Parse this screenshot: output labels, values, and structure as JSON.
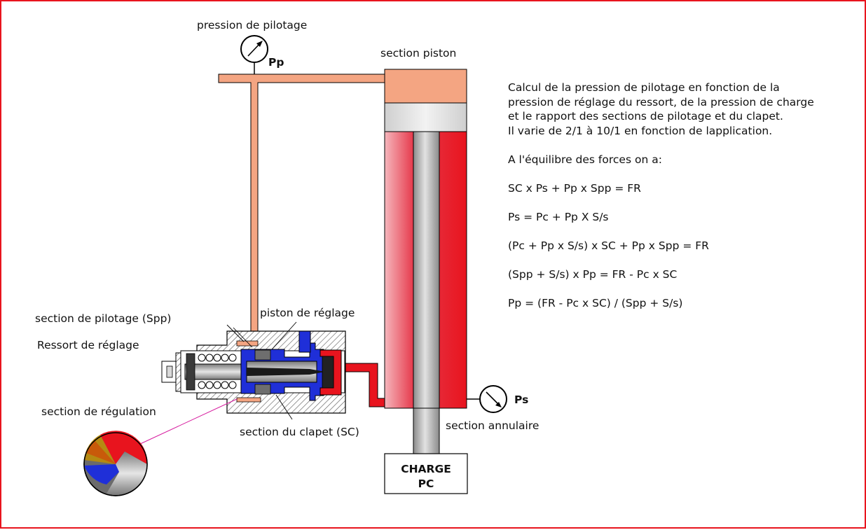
{
  "labels": {
    "pression_pilotage": "pression de pilotage",
    "pp": "Pp",
    "section_piston": "section piston",
    "section_pilotage": "section de pilotage (Spp)",
    "ressort_reglage": "Ressort de réglage",
    "piston_reglage": "piston de réglage",
    "section_regulation": "section de régulation",
    "section_clapet": "section du clapet (SC)",
    "section_annulaire": "section annulaire",
    "ps": "Ps",
    "charge_line1": "CHARGE",
    "charge_line2": "PC"
  },
  "explanation": {
    "intro": [
      "Calcul de la pression de pilotage en fonction de la",
      "pression de réglage du ressort, de la pression de charge",
      "et le rapport des sections de pilotage et du clapet.",
      "Il varie de 2/1 à 10/1 en fonction de lapplication."
    ],
    "equilibrium": "A l'équilibre des forces on a:",
    "equations": [
      "SC x Ps + Pp x Spp = FR",
      "Ps = Pc + Pp X S/s",
      "(Pc + Pp x S/s) x SC + Pp x Spp = FR",
      "(Spp + S/s) x Pp = FR - Pc x SC",
      "Pp = (FR - Pc x SC) / (Spp + S/s)"
    ]
  },
  "colors": {
    "border": "#e8141e",
    "pilot_line": "#f4a582",
    "cylinder_red": "#e8141e",
    "valve_blue": "#1f2fd8",
    "rod_grey": "#9a9a9a"
  }
}
